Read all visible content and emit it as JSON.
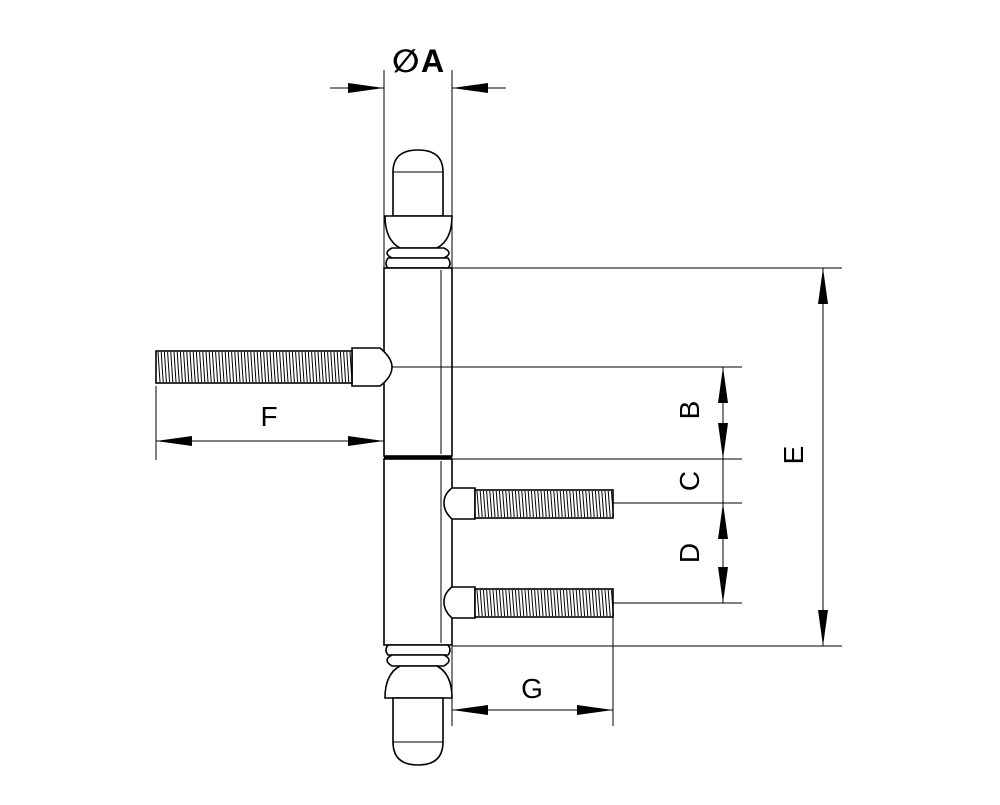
{
  "diagram": {
    "labels": {
      "diameter_symbol": "∅",
      "a": "A",
      "b": "B",
      "c": "C",
      "d": "D",
      "e": "E",
      "f": "F",
      "g": "G"
    }
  }
}
